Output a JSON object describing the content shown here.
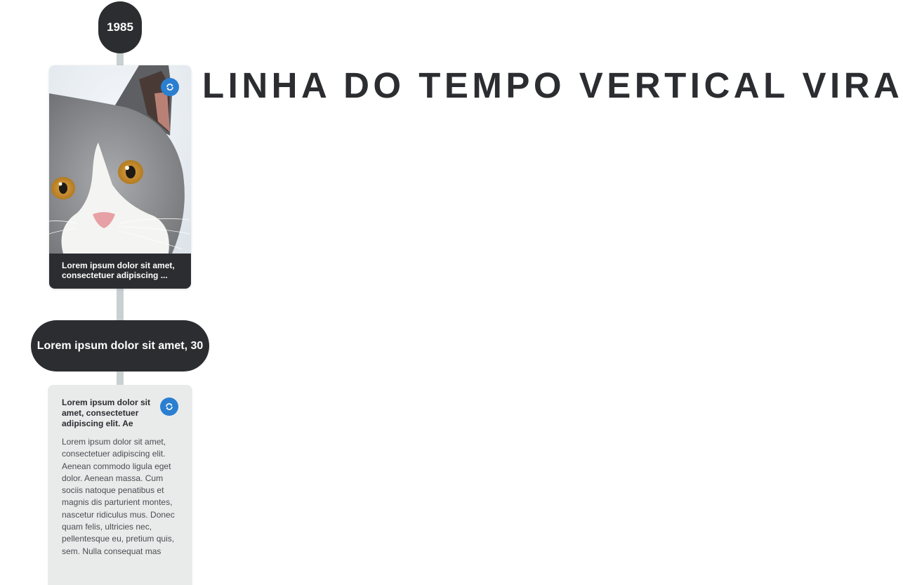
{
  "timeline": {
    "year": "1985",
    "title": "LINHA DO TEMPO VERTICAL VIRA",
    "image_card": {
      "caption": "Lorem ipsum dolor sit amet, consectetuer adipiscing ..."
    },
    "milestone": {
      "label": "Lorem ipsum dolor sit amet, 30"
    },
    "text_card": {
      "title": "Lorem ipsum dolor sit amet, consectetuer adipiscing elit. Ae",
      "body": "Lorem ipsum dolor sit amet, consectetuer adipiscing elit. Aenean commodo ligula eget dolor. Aenean massa. Cum sociis natoque penatibus et magnis dis parturient montes, nascetur ridiculus mus. Donec quam felis, ultricies nec, pellentesque eu, pretium quis, sem. Nulla consequat mas"
    }
  },
  "icons": {
    "flip": "flip-icon"
  },
  "colors": {
    "dark": "#2b2d30",
    "accent": "#2a7fd0",
    "line": "#c9d0d2",
    "card_bg": "#e9ebeb"
  }
}
